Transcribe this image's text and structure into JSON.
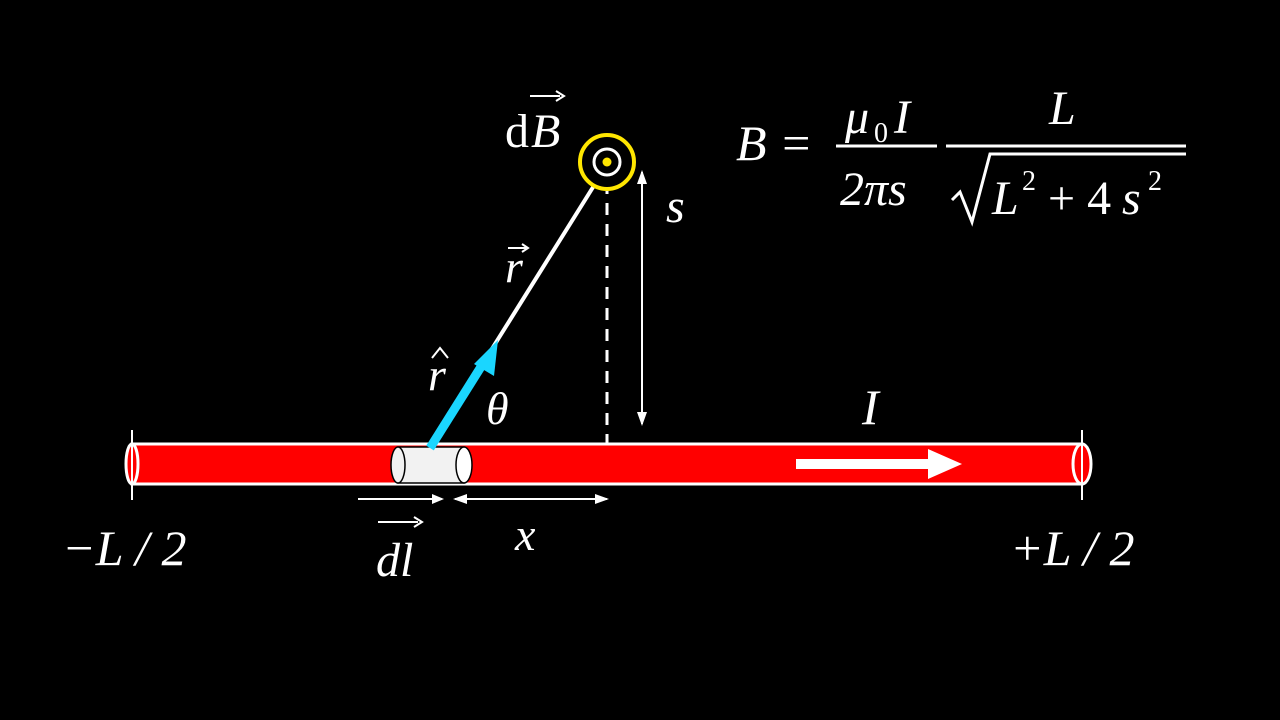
{
  "colors": {
    "background": "#000000",
    "wire": "#ff0000",
    "wire_outline": "#ffffff",
    "field_point": "#ffe600",
    "unit_vector": "#1ad6ff",
    "text": "#ffffff"
  },
  "labels": {
    "dB_prefix": "d",
    "dB_symbol": "B",
    "s": "s",
    "r_vec": "r",
    "r_hat": "r",
    "theta": "θ",
    "current": "I",
    "x": "x",
    "dl": "dl",
    "left_end": "−L / 2",
    "right_end": "+L / 2"
  },
  "formula": {
    "lhs": "B =",
    "num1_mu": "μ",
    "num1_sub": "0",
    "num1_I": "I",
    "den1": "2πs",
    "num2": "L",
    "den2_L": "L",
    "den2_exp1": "2",
    "den2_plus": "+ 4",
    "den2_s": "s",
    "den2_exp2": "2"
  },
  "icons": {
    "field_out_of_page": "dot-in-circle-icon",
    "current_direction": "right-arrow-icon"
  }
}
